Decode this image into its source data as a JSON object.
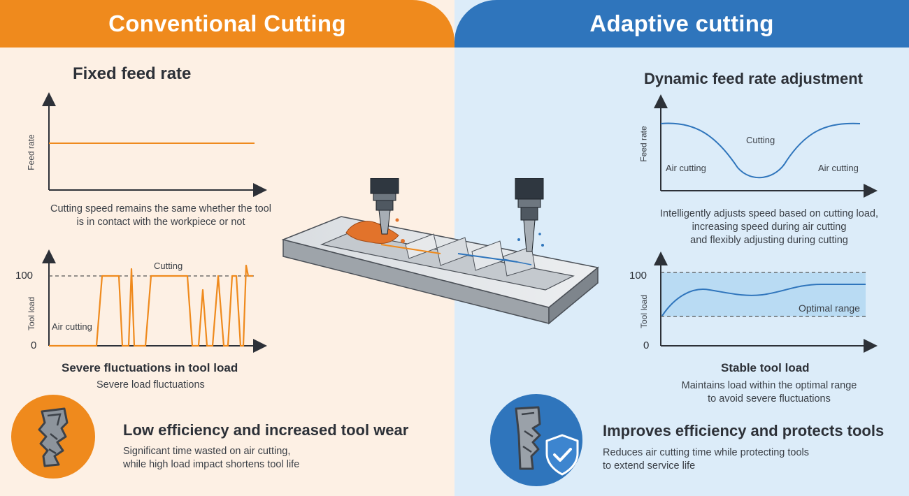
{
  "left": {
    "header": "Conventional Cutting",
    "feed_title": "Fixed feed rate",
    "feed_ylabel": "Feed rate",
    "feed_desc_1": "Cutting speed remains the same whether the tool",
    "feed_desc_2": "is in contact with the workpiece or not",
    "load_ylabel": "Tool load",
    "tick_100": "100",
    "tick_0": "0",
    "label_cutting": "Cutting",
    "label_air": "Air cutting",
    "load_title": "Severe fluctuations in tool load",
    "load_sub": "Severe load fluctuations",
    "bottom_title": "Low efficiency and increased tool wear",
    "bottom_desc_1": "Significant time wasted on air cutting,",
    "bottom_desc_2": "while high load impact shortens tool life",
    "icon": "worn-tool-icon"
  },
  "right": {
    "header": "Adaptive cutting",
    "feed_title": "Dynamic feed rate adjustment",
    "feed_ylabel": "Feed rate",
    "label_cutting": "Cutting",
    "label_air_left": "Air cutting",
    "label_air_right": "Air cutting",
    "feed_desc_1": "Intelligently adjusts speed based on cutting load,",
    "feed_desc_2": "increasing speed during air cutting",
    "feed_desc_3": "and flexibly adjusting during cutting",
    "load_ylabel": "Tool load",
    "tick_100": "100",
    "tick_0": "0",
    "optimal": "Optimal range",
    "load_title": "Stable tool load",
    "load_desc_1": "Maintains load within the optimal range",
    "load_desc_2": "to avoid severe fluctuations",
    "bottom_title": "Improves efficiency and protects tools",
    "bottom_desc_1": "Reduces air cutting time while protecting tools",
    "bottom_desc_2": "to extend service life",
    "icon": "protected-tool-icon"
  },
  "colors": {
    "orange": "#ef8a1d",
    "blue": "#2f75bc",
    "left_bg": "#fdf0e4",
    "right_bg": "#dcecf9"
  }
}
